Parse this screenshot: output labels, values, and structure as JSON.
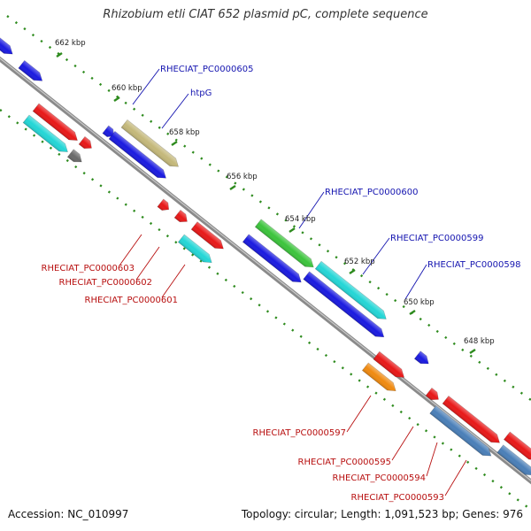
{
  "title": "Rhizobium etli CIAT 652 plasmid pC, complete sequence",
  "footer": {
    "accession": "Accession: NC_010997",
    "summary": "Topology: circular; Length: 1,091,523 bp; Genes: 976"
  },
  "colors": {
    "backbone": "#8a8a8a",
    "tick": "#2e8b1e",
    "label_forward": "#1515b0",
    "label_reverse": "#b81010"
  },
  "ticks": [
    {
      "label": "662 kbp"
    },
    {
      "label": "660 kbp"
    },
    {
      "label": "658 kbp"
    },
    {
      "label": "656 kbp"
    },
    {
      "label": "654 kbp"
    },
    {
      "label": "652 kbp"
    },
    {
      "label": "650 kbp"
    },
    {
      "label": "648 kbp"
    }
  ],
  "gene_labels": [
    {
      "text": "RHECIAT_PC0000605",
      "strand": "forward"
    },
    {
      "text": "htpG",
      "strand": "forward"
    },
    {
      "text": "RHECIAT_PC0000600",
      "strand": "forward"
    },
    {
      "text": "RHECIAT_PC0000599",
      "strand": "forward"
    },
    {
      "text": "RHECIAT_PC0000598",
      "strand": "forward"
    },
    {
      "text": "RHECIAT_PC0000603",
      "strand": "reverse"
    },
    {
      "text": "RHECIAT_PC0000602",
      "strand": "reverse"
    },
    {
      "text": "RHECIAT_PC0000601",
      "strand": "reverse"
    },
    {
      "text": "RHECIAT_PC0000597",
      "strand": "reverse"
    },
    {
      "text": "RHECIAT_PC0000595",
      "strand": "reverse"
    },
    {
      "text": "RHECIAT_PC0000594",
      "strand": "reverse"
    },
    {
      "text": "RHECIAT_PC0000593",
      "strand": "reverse"
    }
  ],
  "feature_colors": [
    "#1a1ae0",
    "#e81818",
    "#23d6d6",
    "#c4b87a",
    "#6a6a6a",
    "#3cc43c",
    "#f08a10",
    "#4a7fb8"
  ]
}
